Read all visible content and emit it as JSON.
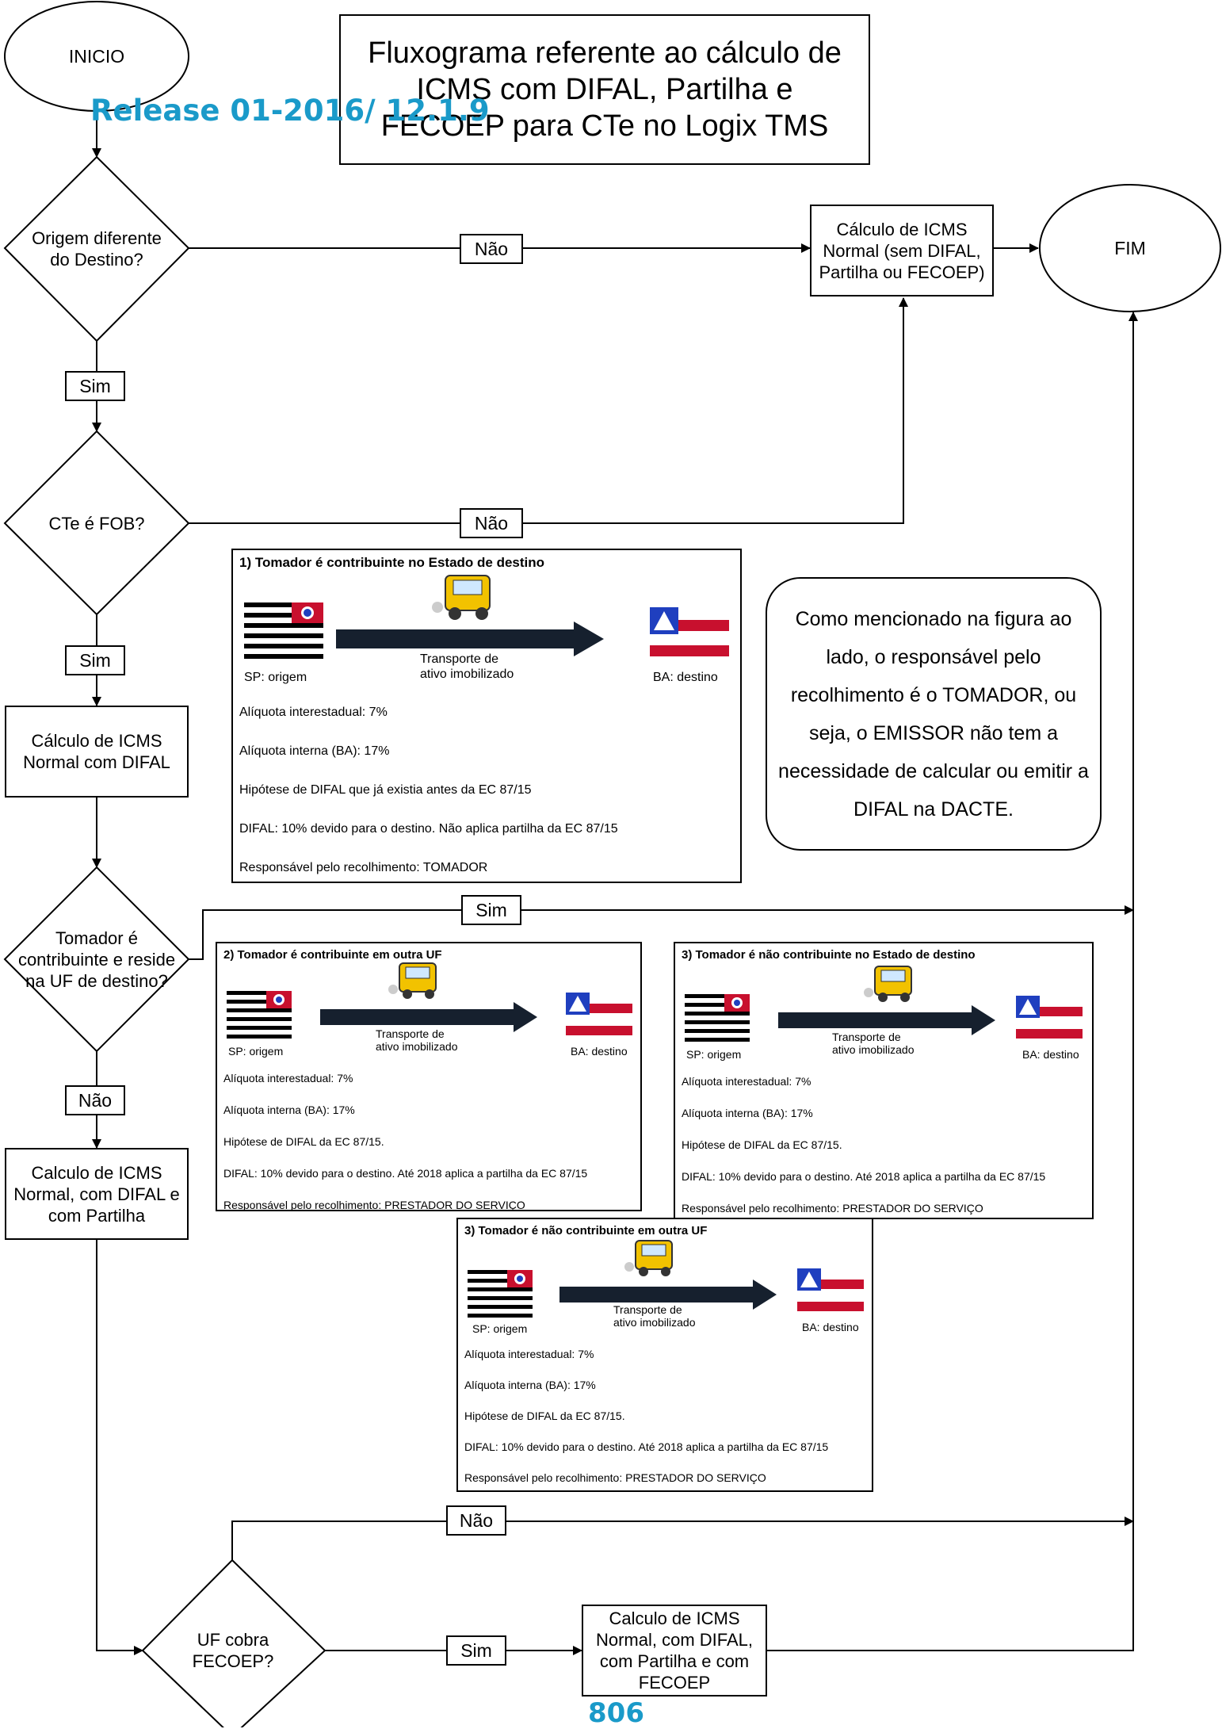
{
  "title": "Fluxograma referente ao cálculo de ICMS com DIFAL, Partilha e FECOEP para CTe no Logix TMS",
  "release": "Release 01-2016/ 12.1.9",
  "page_number": "806",
  "nodes": {
    "start": "INICIO",
    "end": "FIM",
    "d1": "Origem diferente do Destino?",
    "d2": "CTe é FOB?",
    "d3": "Tomador é contribuinte e reside na UF de destino?",
    "d4": "UF cobra FECOEP?",
    "p_normal": "Cálculo de ICMS Normal (sem DIFAL, Partilha ou FECOEP)",
    "p_difal": "Cálculo de ICMS Normal com DIFAL",
    "p_partilha": "Calculo de ICMS Normal, com DIFAL e com Partilha",
    "p_fecoep": "Calculo de ICMS Normal, com DIFAL, com Partilha e com FECOEP"
  },
  "edge_labels": {
    "e1_nao": "Não",
    "e1_sim": "Sim",
    "e2_nao": "Não",
    "e2_sim": "Sim",
    "e3_sim": "Sim",
    "e3_nao": "Não",
    "e4_nao": "Não",
    "e4_sim": "Sim"
  },
  "note": "Como mencionado na figura ao lado, o responsável pelo recolhimento é o TOMADOR, ou seja, o EMISSOR não tem a necessidade de calcular ou emitir a DIFAL na DACTE.",
  "panels": [
    {
      "heading": "1) Tomador é contribuinte no Estado de destino",
      "origin": "SP: origem",
      "destination": "BA: destino",
      "transport": "Transporte  de  ativo imobilizado",
      "lines": [
        "Alíquota interestadual: 7%",
        "Alíquota interna (BA): 17%",
        "Hipótese de DIFAL que já existia antes da EC 87/15",
        "DIFAL: 10% devido para o destino. Não aplica partilha da EC 87/15",
        "Responsável pelo recolhimento: TOMADOR"
      ]
    },
    {
      "heading": "2) Tomador é contribuinte em outra UF",
      "origin": "SP: origem",
      "destination": "BA: destino",
      "transport": "Transporte  de  ativo imobilizado",
      "lines": [
        "Alíquota interestadual: 7%",
        "Alíquota interna (BA): 17%",
        "Hipótese de DIFAL da EC 87/15.",
        "DIFAL: 10% devido para o destino. Até 2018 aplica a partilha da EC 87/15",
        "Responsável pelo recolhimento: PRESTADOR DO SERVIÇO"
      ]
    },
    {
      "heading": "3) Tomador é não contribuinte no Estado de destino",
      "origin": "SP: origem",
      "destination": "BA: destino",
      "transport": "Transporte  de  ativo imobilizado",
      "lines": [
        "Alíquota interestadual: 7%",
        "Alíquota interna (BA): 17%",
        "Hipótese de DIFAL da EC 87/15.",
        "DIFAL: 10% devido para o destino. Até 2018 aplica a partilha da EC 87/15",
        "Responsável pelo recolhimento: PRESTADOR DO SERVIÇO"
      ]
    },
    {
      "heading": "3) Tomador é não contribuinte em outra UF",
      "origin": "SP: origem",
      "destination": "BA: destino",
      "transport": "Transporte  de  ativo imobilizado",
      "lines": [
        "Alíquota interestadual: 7%",
        "Alíquota interna (BA): 17%",
        "Hipótese de DIFAL da EC 87/15.",
        "DIFAL: 10% devido para o destino. Até 2018 aplica a partilha da EC 87/15",
        "Responsável pelo recolhimento: PRESTADOR DO SERVIÇO"
      ]
    }
  ],
  "colors": {
    "release": "#1a9ac9",
    "flag_red": "#c8102e",
    "flag_blue": "#1f3fbf",
    "arrow_dark": "#16202e",
    "truck": "#f2c200"
  }
}
